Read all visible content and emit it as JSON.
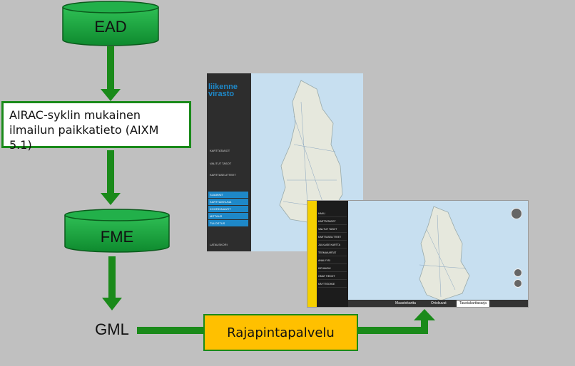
{
  "nodes": {
    "ead": "EAD",
    "airac": "AIRAC-syklin mukainen ilmailun paikkatieto (AIXM 5.1)",
    "fme": "FME",
    "gml": "GML",
    "rajapinta": "Rajapintapalvelu"
  },
  "colors": {
    "background": "#c0c0c0",
    "green": "#1a8a1a",
    "cylinder": "#15a33c",
    "yellow": "#ffc000"
  },
  "screenshot1": {
    "logo": "liikenne virasto",
    "items": [
      "KARTTATASOT",
      "VALITUT TASOT",
      "KARTTASELITTEET",
      "LATAUSKORI"
    ],
    "buttons": [
      "SIJAINNIT",
      "KARTTAIKKUNA",
      "KOORDINAATIT",
      "MITTAUS",
      "TULOSTUS"
    ]
  },
  "screenshot2": {
    "menu": [
      "HAKU",
      "KARTTATASOT",
      "VALITUT TASOT",
      "KARTTASELITTEET",
      "JULKAISE KARTTA",
      "TEEMAKARTAT",
      "ANALYYSI",
      "KIRJAUDU",
      "OMAT TIEDOT",
      "KÄYTTÖOHJE"
    ],
    "tabs": [
      "Maastokartta",
      "Ortokuvat",
      "Taustakarttasarja"
    ],
    "active_tab": "Taustakarttasarja"
  }
}
